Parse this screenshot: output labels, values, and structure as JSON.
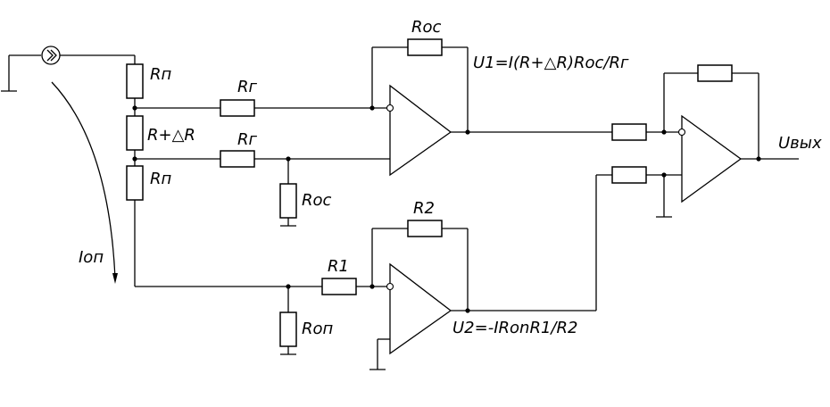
{
  "labels": {
    "rn_top": "Rп",
    "rn_bottom": "Rп",
    "r_delta": "R+△R",
    "rg_top": "Rг",
    "rg_bottom": "Rг",
    "roc_feedback": "Roc",
    "roc_ground": "Roc",
    "r2": "R2",
    "r1": "R1",
    "ron": "Rоп",
    "iop": "Iоп",
    "u1_formula": "U1=I(R+△R)Roc/Rг",
    "u2_formula": "U2=-IRonR1/R2",
    "uout": "Uвых"
  }
}
